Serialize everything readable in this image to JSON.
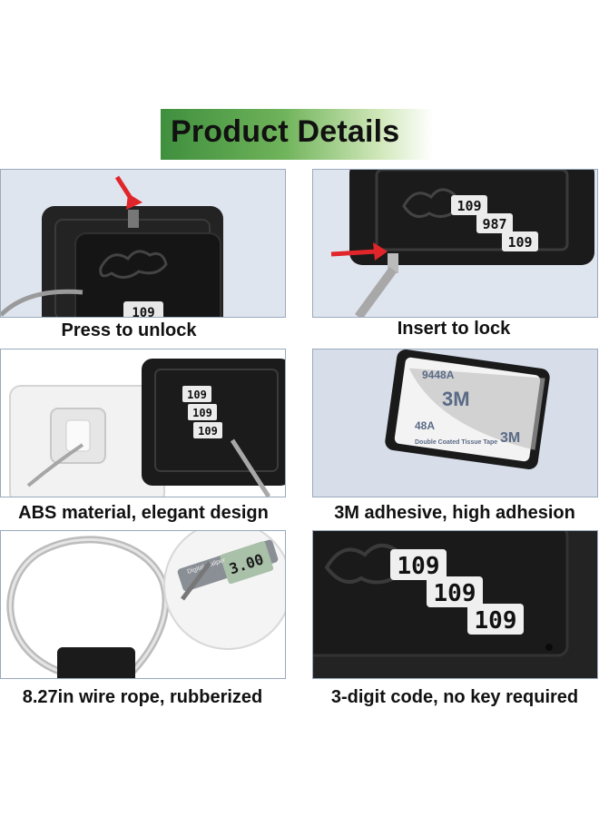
{
  "header": {
    "title": "Product Details"
  },
  "panels": [
    {
      "caption": "Press to unlock",
      "dial_digits": "109"
    },
    {
      "caption": "Insert to lock",
      "dial_digits": [
        "109",
        "987",
        "109"
      ]
    },
    {
      "caption": "ABS material, elegant design",
      "dial_digits": [
        "109",
        "109",
        "109"
      ]
    },
    {
      "caption": "3M adhesive, high adhesion",
      "tape_labels": [
        "9448A",
        "3M",
        "48A",
        "3M",
        "Double Coated Tissue Tape"
      ]
    },
    {
      "caption": "8.27in wire rope, rubberized",
      "caliper_brand": "Digital Caliper",
      "caliper_reading": "3.00"
    },
    {
      "caption": "3-digit code, no key required",
      "dial_digits": [
        "109",
        "109",
        "109"
      ]
    }
  ],
  "colors": {
    "banner_green": "#3f8f3e",
    "panel_bg": "#dfe5ef",
    "panel_border": "#9aa9bd",
    "lock_black": "#1a1a1a",
    "arrow_red": "#e0262a"
  }
}
